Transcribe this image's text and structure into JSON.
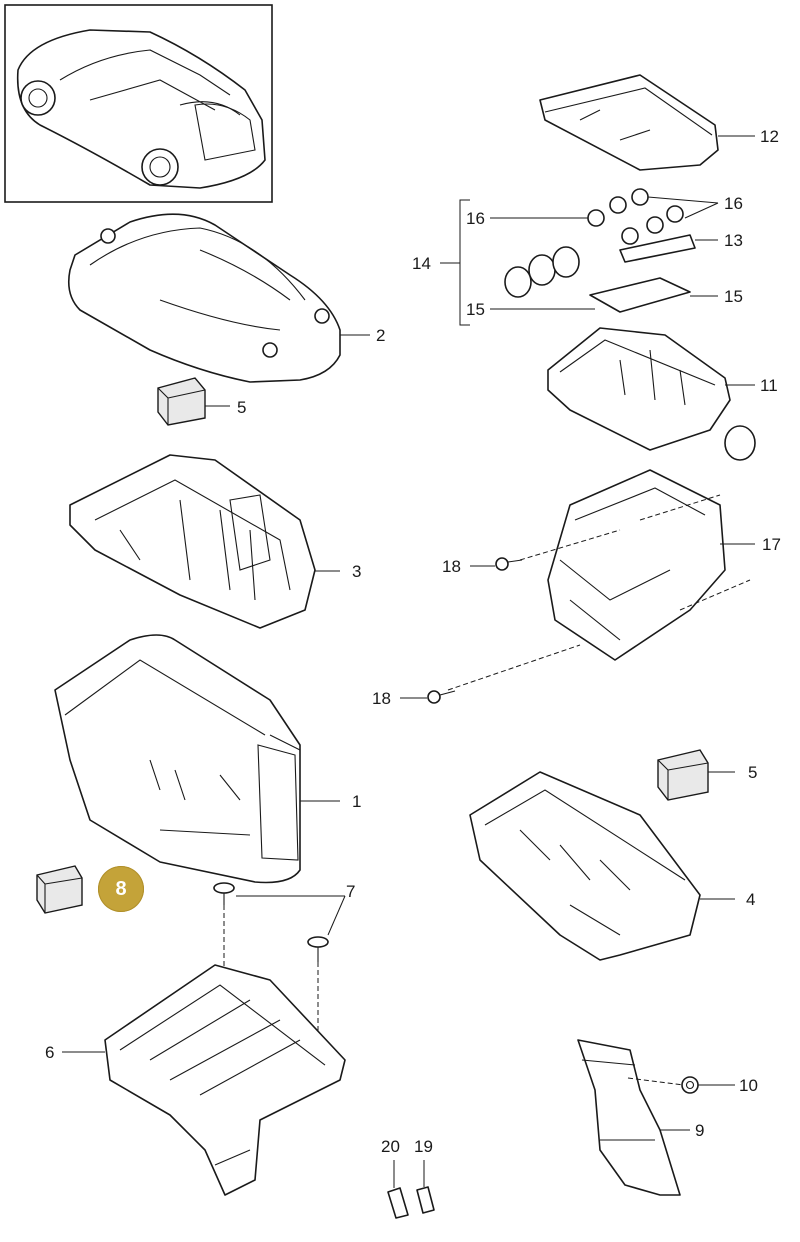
{
  "diagram": {
    "labels": {
      "p1": "1",
      "p2": "2",
      "p3": "3",
      "p4": "4",
      "p5a": "5",
      "p5b": "5",
      "p6": "6",
      "p7": "7",
      "p9": "9",
      "p10": "10",
      "p11": "11",
      "p12": "12",
      "p13": "13",
      "p14": "14",
      "p15a": "15",
      "p15b": "15",
      "p16a": "16",
      "p16b": "16",
      "p17": "17",
      "p18a": "18",
      "p18b": "18",
      "p19": "19",
      "p20": "20"
    },
    "highlighted_part": "8",
    "highlight_color": "#c4a339"
  }
}
